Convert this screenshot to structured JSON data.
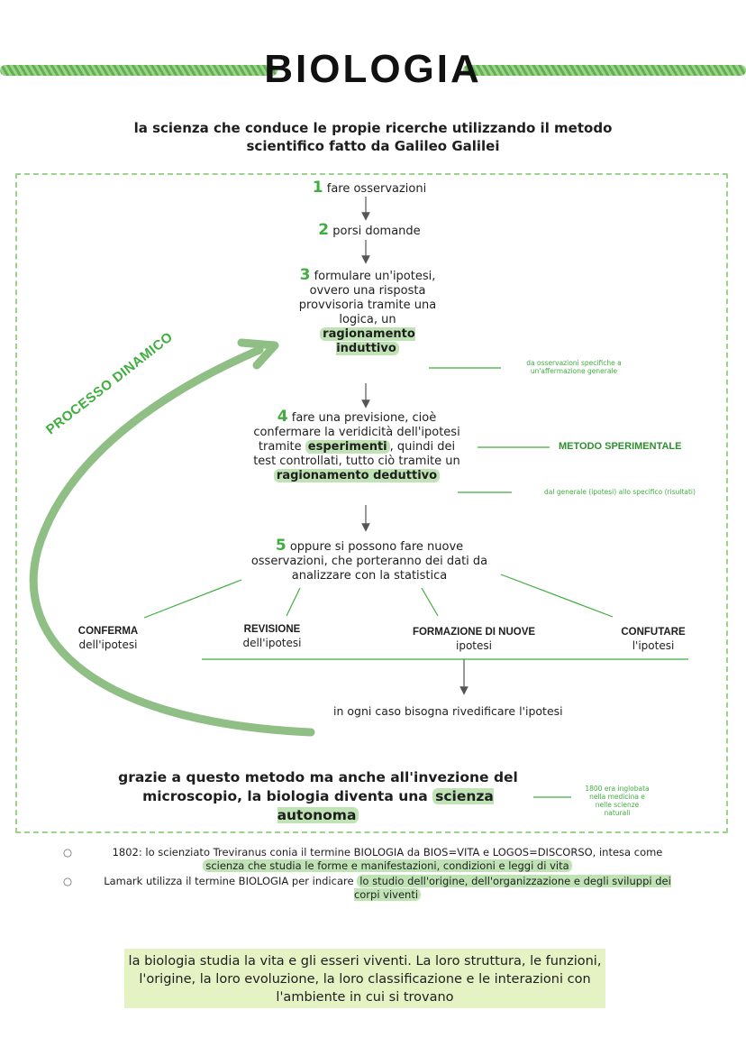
{
  "title": "BIOLOGIA",
  "subtitle": "la scienza che conduce le propie ricerche utilizzando il metodo scientifico fatto da Galileo Galilei",
  "steps": {
    "s1": {
      "num": "1",
      "text": "fare osservazioni"
    },
    "s2": {
      "num": "2",
      "text": "porsi domande"
    },
    "s3": {
      "num": "3",
      "text_a": "formulare un'ipotesi, ovvero una risposta provvisoria tramite una logica, un",
      "highlight": "ragionamento induttivo"
    },
    "s4": {
      "num": "4",
      "text_a": "fare una previsione, cioè confermare la veridicità dell'ipotesi tramite",
      "highlight_a": "esperimenti",
      "text_b": ", quindi dei test controllati, tutto ciò tramite un",
      "highlight_b": "ragionamento deduttivo"
    },
    "s5": {
      "num": "5",
      "text": "oppure si possono fare nuove osservazioni, che porteranno dei dati da analizzare con la statistica"
    }
  },
  "notes": {
    "induttivo": "da osservazioni specifiche a un'affermazione generale",
    "metodo": "METODO SPERIMENTALE",
    "deduttivo": "dal generale (ipotesi) allo specifico (risultati)",
    "microscopio": "1800 era inglobata nella medicina e nelle scienze naturali"
  },
  "outcomes": [
    {
      "caps": "CONFERMA",
      "text": "dell'ipotesi"
    },
    {
      "caps": "REVISIONE",
      "text": "dell'ipotesi"
    },
    {
      "caps": "FORMAZIONE DI NUOVE",
      "text": "ipotesi"
    },
    {
      "caps": "CONFUTARE",
      "text": "l'ipotesi"
    }
  ],
  "conclusion": "in ogni caso bisogna rivedificare l'ipotesi",
  "curve_label": "PROCESSO DINAMICO",
  "microscope": {
    "text": "grazie a questo metodo ma anche all'invezione del microscopio, la biologia diventa una",
    "highlight": "scienza autonoma"
  },
  "bullets": [
    {
      "text": "1802: lo scienziato Treviranus conia il termine BIOLOGIA da BIOS=VITA e LOGOS=DISCORSO, intesa come",
      "highlight": "scienza che studia le forme e manifestazioni, condizioni e leggi di vita"
    },
    {
      "text": "Lamark utilizza il termine BIOLOGIA per indicare",
      "highlight": "lo studio dell'origine, dell'organizzazione e degli sviluppi dei corpi viventi"
    }
  ],
  "summary": "la biologia studia la vita e gli esseri viventi. La loro struttura, le funzioni, l'origine, la loro evoluzione, la loro classificazione e le interazioni con l'ambiente in cui si trovano",
  "colors": {
    "accent_green": "#3fae3f",
    "highlight_green": "#bfe3b4",
    "summary_bg": "#e4f2c4",
    "frame": "#9ad38a"
  }
}
